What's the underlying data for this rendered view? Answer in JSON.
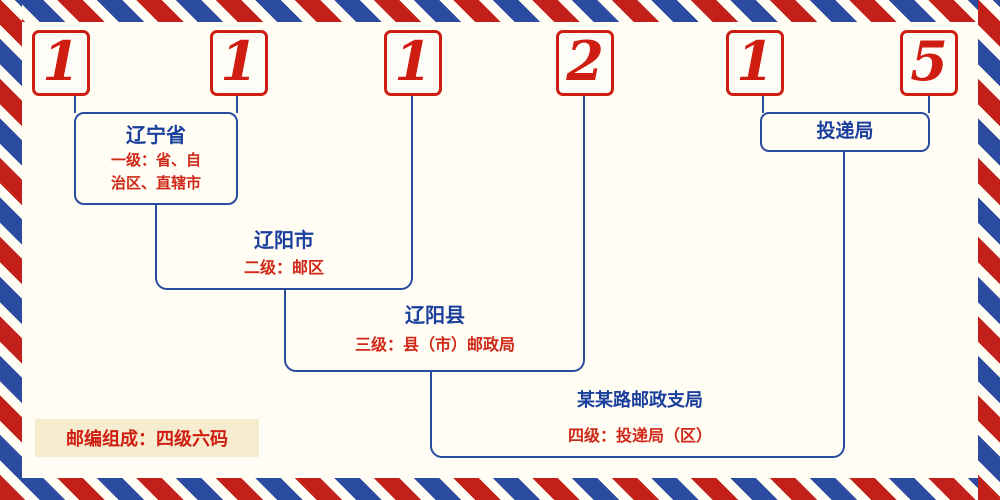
{
  "postal": {
    "digits": [
      "1",
      "1",
      "1",
      "2",
      "1",
      "5"
    ]
  },
  "levels": {
    "province": {
      "title": "辽宁省",
      "desc_line1": "一级：省、自",
      "desc_line2": "治区、直辖市"
    },
    "city": {
      "title": "辽阳市",
      "desc": "二级：邮区"
    },
    "county": {
      "title": "辽阳县",
      "desc": "三级：县（市）邮政局"
    },
    "branch": {
      "title": "某某路邮政支局",
      "desc": "四级：投递局（区）"
    },
    "delivery": {
      "title": "投递局"
    }
  },
  "footer": {
    "note": "邮编组成：四级六码"
  },
  "colors": {
    "red": "#d01d12",
    "blue": "#2a4b9f",
    "background": "#fffdf4"
  }
}
